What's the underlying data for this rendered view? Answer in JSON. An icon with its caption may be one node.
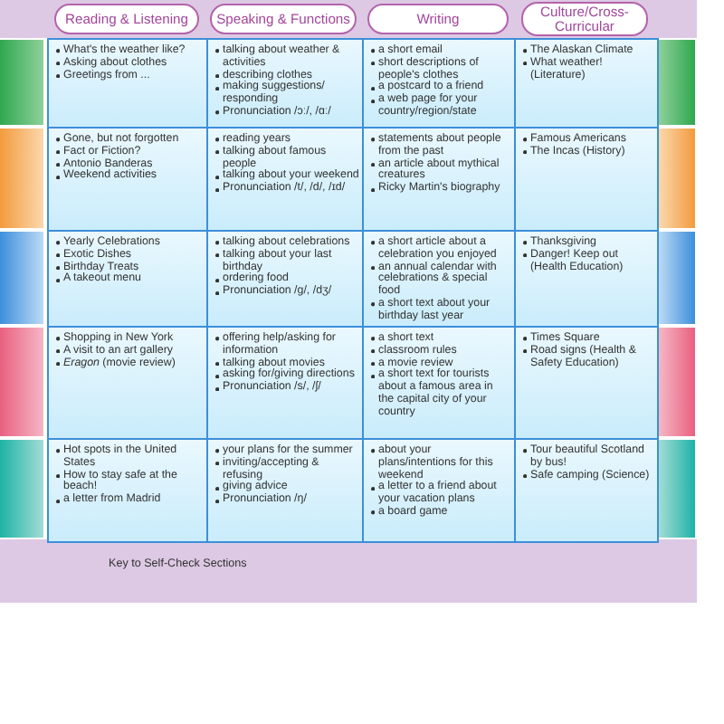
{
  "diagram": {
    "nodes": [
      {
        "text": [
          "Reading & Listening"
        ]
      },
      {
        "text": [
          "Speaking & Functions"
        ]
      },
      {
        "text": [
          "Writing"
        ]
      },
      {
        "text": [
          "Culture/Cross-Curricular"
        ]
      },
      {
        "text": [
          "What's the weather like?",
          "Asking about clothes",
          "Greetings from ..."
        ]
      },
      {
        "text": [
          "talking about weather & activities",
          "describing clothes",
          "making suggestions/ responding",
          "Pronunciation /ɔː/, /ɑː/"
        ]
      },
      {
        "text": [
          "a short email",
          "short descriptions of people's clothes",
          "a postcard to a friend",
          "a web page for your country/region/state"
        ]
      },
      {
        "text": [
          "The Alaskan Climate",
          "What weather! (Literature)"
        ]
      },
      {
        "text": [
          "Gone, but not forgotten",
          "Fact or Fiction?",
          "Antonio Banderas",
          "Weekend activities"
        ]
      },
      {
        "text": [
          "reading years",
          "talking about famous people",
          "talking about your weekend",
          "Pronunciation /t/, /d/, /ɪd/"
        ]
      },
      {
        "text": [
          "statements about people from the past",
          "an article about mythical creatures",
          "Ricky Martin's biography"
        ]
      },
      {
        "text": [
          "Famous Americans",
          "The Incas (History)"
        ]
      },
      {
        "text": [
          "Yearly Celebrations",
          "Exotic Dishes",
          "Birthday Treats",
          "A takeout menu"
        ]
      },
      {
        "text": [
          "talking about celebrations",
          "talking about your last birthday",
          "ordering food",
          "Pronunciation /g/, /dʒ/"
        ]
      },
      {
        "text": [
          "a short article about a celebration you enjoyed",
          "an annual calendar with celebrations & special food",
          "a short text about your birthday last year"
        ]
      },
      {
        "text": [
          "Thanksgiving",
          "Danger! Keep out (Health Education)"
        ]
      },
      {
        "text": [
          "Shopping in New York",
          "A visit to an art gallery",
          "*Eragon* (movie review)"
        ]
      },
      {
        "text": [
          "offering help/asking for information",
          "talking about movies",
          "asking for/giving directions",
          "Pronunciation /s/, /ʃ/"
        ]
      },
      {
        "text": [
          "a short text",
          "classroom rules",
          "a movie review",
          "a short text for tourists about a famous area in the capital city of your country"
        ]
      },
      {
        "text": [
          "Times Square",
          "Road signs (Health & Safety Education)"
        ]
      },
      {
        "text": [
          "Hot spots in the United States",
          "How to stay safe at the beach!",
          "a letter from Madrid"
        ]
      },
      {
        "text": [
          "your plans for the summer",
          "inviting/accepting & refusing",
          "giving advice",
          "Pronunciation /ŋ/"
        ]
      },
      {
        "text": [
          "about your plans/intentions for this weekend",
          "a letter to a friend about your vacation plans",
          "a board game"
        ]
      },
      {
        "text": [
          "Tour beautiful Scotland by bus!",
          "Safe camping (Science)"
        ]
      }
    ],
    "labels": [
      "Key to Self-Check Sections"
    ]
  }
}
